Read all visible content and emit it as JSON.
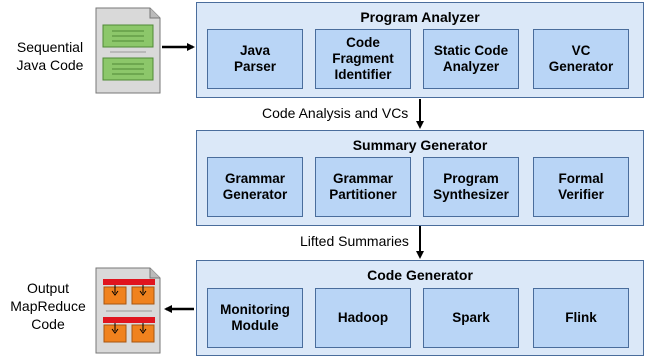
{
  "input": {
    "label": "Sequential\nJava Code"
  },
  "output": {
    "label": "Output\nMapReduce\nCode"
  },
  "stages": [
    {
      "title": "Program Analyzer",
      "modules": [
        "Java\nParser",
        "Code\nFragment\nIdentifier",
        "Static Code\nAnalyzer",
        "VC\nGenerator"
      ]
    },
    {
      "title": "Summary Generator",
      "modules": [
        "Grammar\nGenerator",
        "Grammar\nPartitioner",
        "Program\nSynthesizer",
        "Formal\nVerifier"
      ]
    },
    {
      "title": "Code Generator",
      "modules": [
        "Monitoring\nModule",
        "Hadoop",
        "Spark",
        "Flink"
      ]
    }
  ],
  "flows": {
    "analyzer_to_summary": "Code Analysis and VCs",
    "summary_to_codegen": "Lifted Summaries"
  },
  "colors": {
    "panel_fill": "#dbe8f8",
    "module_fill": "#b9d5f6",
    "border": "#4a6d9c",
    "doc_green": "#8cc76a",
    "doc_orange": "#f0821e",
    "doc_red": "#e0141e"
  }
}
